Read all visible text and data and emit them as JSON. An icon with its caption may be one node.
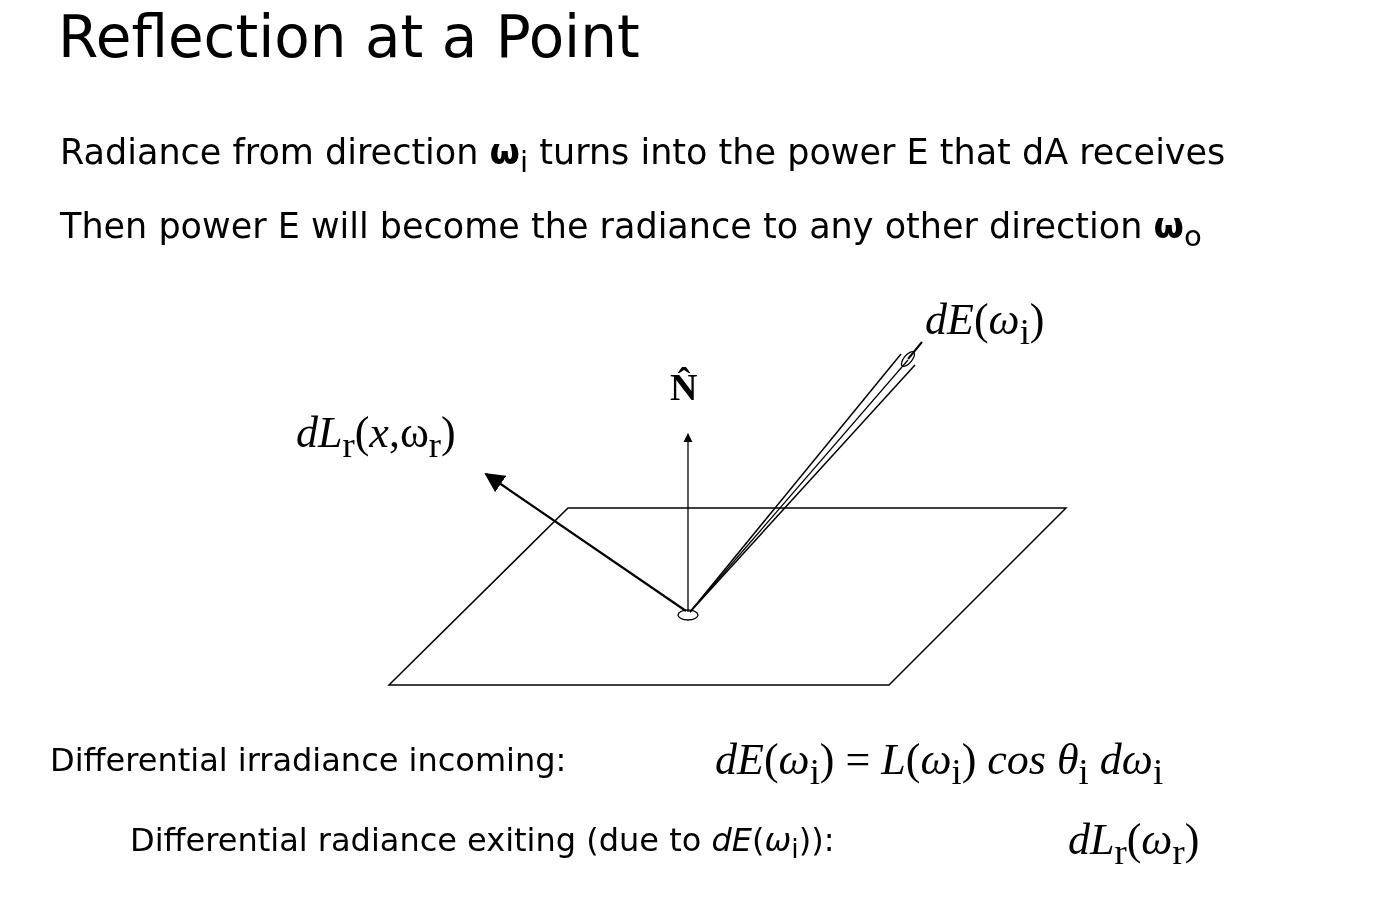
{
  "diagram": {
    "title": "Reflection at a Point",
    "labels": [
      "Radiance from direction **ω**$_{i}$ turns into the power E that dA receives",
      "Then power E will become the radiance to any other direction **ω**$_{o}$",
      "*dE*(*ω*$_{i}$)",
      "N̂",
      "*dL*$_{r}$(*x*,ω$_{r}$)",
      "Differential irradiance incoming:",
      "*dE*(*ω*$_{i}$) = *L*(*ω*$_{i}$) *cos θ*$_{i}$ *dω*$_{i}$",
      "Differential radiance exiting (due to *dE*(*ω*$_{i}$)):",
      "*dL*$_{r}$(*ω*$_{r}$)"
    ]
  }
}
